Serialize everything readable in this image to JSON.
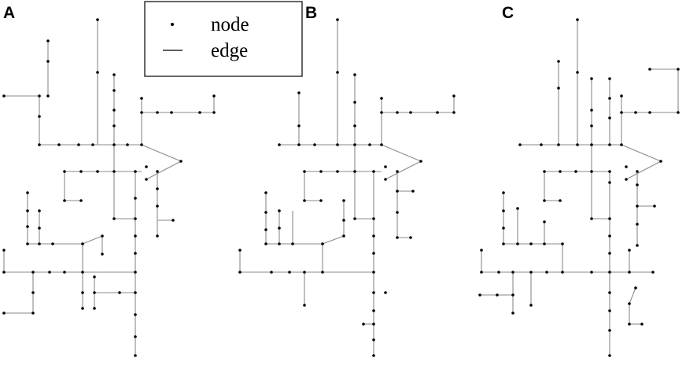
{
  "panels": [
    {
      "label": "A"
    },
    {
      "label": "B"
    },
    {
      "label": "C"
    }
  ],
  "legend": {
    "items": [
      {
        "symbol": "dot",
        "label": "node"
      },
      {
        "symbol": "line",
        "label": "edge"
      }
    ]
  },
  "colors": {
    "edge": "#8a8a8a",
    "node": "#000000"
  }
}
